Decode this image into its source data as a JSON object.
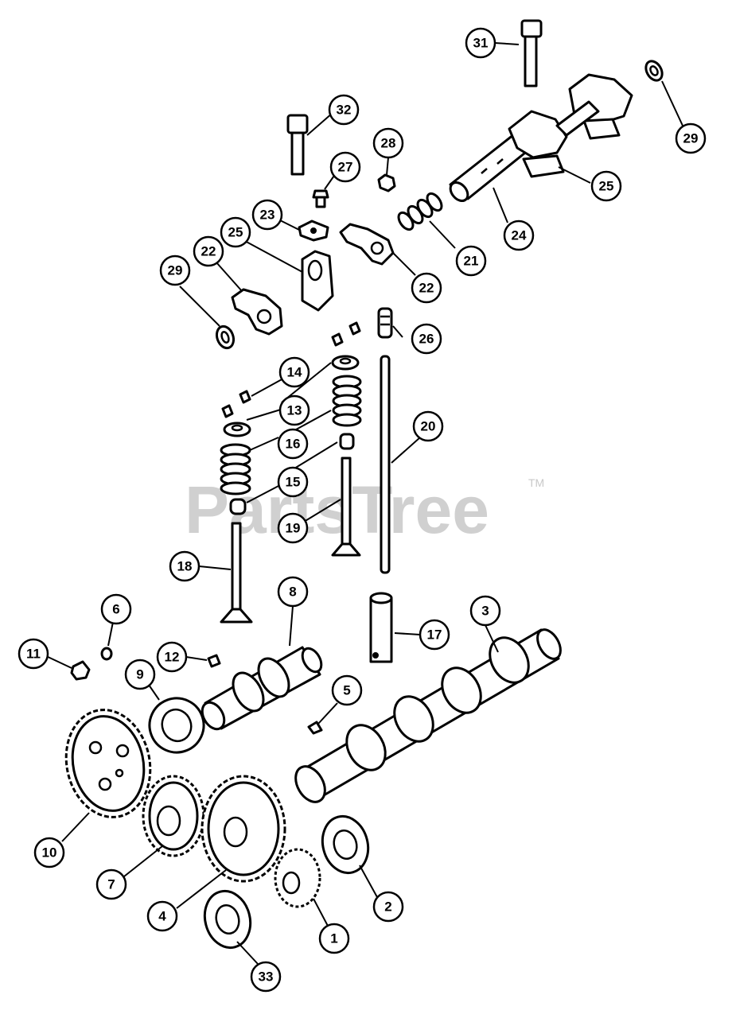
{
  "watermark": {
    "text": "PartsTree",
    "trademark": "TM"
  },
  "callouts": [
    {
      "id": "c31",
      "label": "31"
    },
    {
      "id": "c29a",
      "label": "29"
    },
    {
      "id": "c32",
      "label": "32"
    },
    {
      "id": "c28",
      "label": "28"
    },
    {
      "id": "c27",
      "label": "27"
    },
    {
      "id": "c25a",
      "label": "25"
    },
    {
      "id": "c23",
      "label": "23"
    },
    {
      "id": "c25b",
      "label": "25"
    },
    {
      "id": "c24",
      "label": "24"
    },
    {
      "id": "c21",
      "label": "21"
    },
    {
      "id": "c29b",
      "label": "29"
    },
    {
      "id": "c22a",
      "label": "22"
    },
    {
      "id": "c22b",
      "label": "22"
    },
    {
      "id": "c26",
      "label": "26"
    },
    {
      "id": "c14",
      "label": "14"
    },
    {
      "id": "c13",
      "label": "13"
    },
    {
      "id": "c20",
      "label": "20"
    },
    {
      "id": "c16",
      "label": "16"
    },
    {
      "id": "c15",
      "label": "15"
    },
    {
      "id": "c19",
      "label": "19"
    },
    {
      "id": "c18",
      "label": "18"
    },
    {
      "id": "c8",
      "label": "8"
    },
    {
      "id": "c3",
      "label": "3"
    },
    {
      "id": "c6",
      "label": "6"
    },
    {
      "id": "c17",
      "label": "17"
    },
    {
      "id": "c11",
      "label": "11"
    },
    {
      "id": "c12",
      "label": "12"
    },
    {
      "id": "c9",
      "label": "9"
    },
    {
      "id": "c5",
      "label": "5"
    },
    {
      "id": "c10",
      "label": "10"
    },
    {
      "id": "c7",
      "label": "7"
    },
    {
      "id": "c2",
      "label": "2"
    },
    {
      "id": "c4",
      "label": "4"
    },
    {
      "id": "c1",
      "label": "1"
    },
    {
      "id": "c33",
      "label": "33"
    }
  ]
}
